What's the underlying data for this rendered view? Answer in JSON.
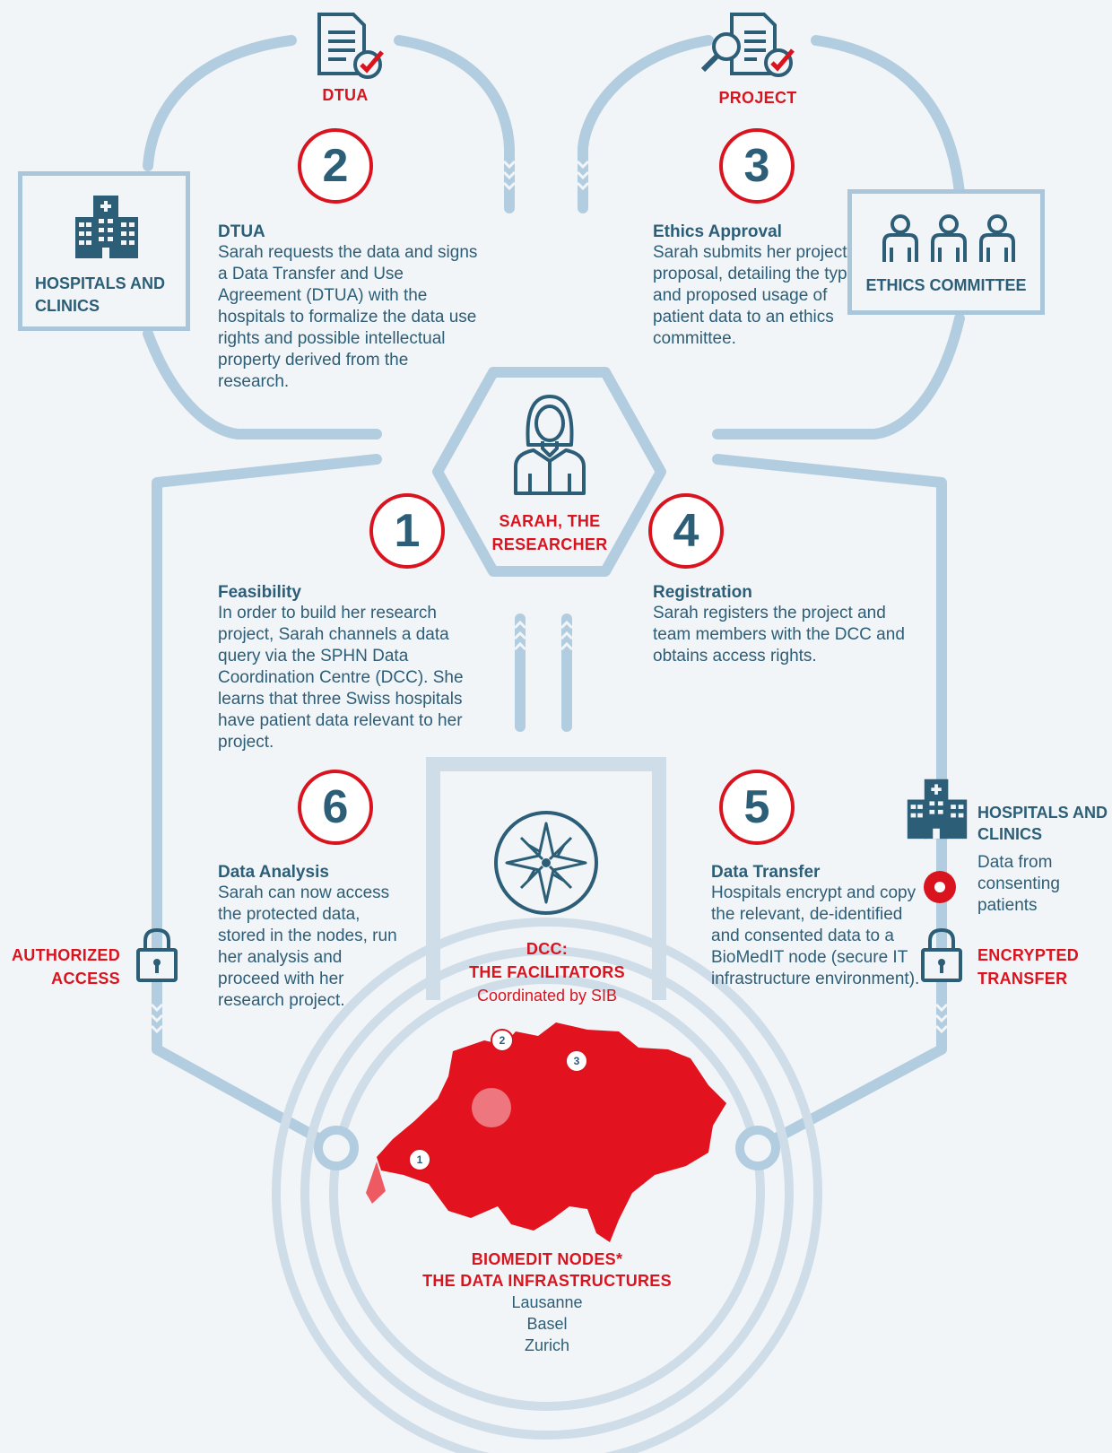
{
  "top_labels": {
    "dtua": "DTUA",
    "project": "PROJECT"
  },
  "steps": [
    {
      "number": "1",
      "title": "Feasibility",
      "body": "In order to build her research project, Sarah channels a data query via the SPHN Data Coordination Centre (DCC). She learns that three Swiss hospitals have patient data relevant to her project."
    },
    {
      "number": "2",
      "title": "DTUA",
      "body": "Sarah requests the data and signs a Data Transfer and Use Agreement (DTUA) with the hospitals to formalize the data use rights and possible intellectual property derived from the research."
    },
    {
      "number": "3",
      "title": "Ethics Approval",
      "body": "Sarah submits her project proposal, detailing the type and proposed usage of patient data to an ethics committee."
    },
    {
      "number": "4",
      "title": "Registration",
      "body": "Sarah registers the project and team members with the DCC and obtains access rights."
    },
    {
      "number": "5",
      "title": "Data Transfer",
      "body": "Hospitals encrypt and copy the relevant, de-identified and consented data to a BioMedIT node (secure IT infrastructure environment)."
    },
    {
      "number": "6",
      "title": "Data Analysis",
      "body": "Sarah can now access the protected data, stored in the nodes, run her analysis and proceed with her research project."
    }
  ],
  "hospitals_box": {
    "label_line1": "HOSPITALS AND",
    "label_line2": "CLINICS"
  },
  "ethics_box": {
    "label": "ETHICS COMMITTEE"
  },
  "researcher": {
    "line1": "SARAH, THE",
    "line2": "RESEARCHER"
  },
  "hospitals_right": {
    "label_line1": "HOSPITALS AND",
    "label_line2": "CLINICS",
    "data_line1": "Data from",
    "data_line2": "consenting",
    "data_line3": "patients"
  },
  "authorized_access": {
    "line1": "AUTHORIZED",
    "line2": "ACCESS"
  },
  "encrypted_transfer": {
    "line1": "ENCRYPTED",
    "line2": "TRANSFER"
  },
  "dcc": {
    "line1": "DCC:",
    "line2": "THE FACILITATORS",
    "line3": "Coordinated by SIB"
  },
  "biomedit": {
    "line1": "BIOMEDIT NODES*",
    "line2": "THE DATA INFRASTRUCTURES",
    "cities": [
      "Lausanne",
      "Basel",
      "Zurich"
    ]
  },
  "map_markers": [
    "1",
    "2",
    "3"
  ],
  "colors": {
    "accent_red": "#d9141f",
    "teal": "#2c5e77",
    "line_blue": "#a9c6da",
    "background": "#f2f5f8"
  },
  "icons": [
    "document-check-icon",
    "magnifier-document-check-icon",
    "hospital-building-icon",
    "people-group-icon",
    "researcher-woman-icon",
    "compass-rose-icon",
    "padlock-icon",
    "record-dot-icon",
    "switzerland-map"
  ]
}
